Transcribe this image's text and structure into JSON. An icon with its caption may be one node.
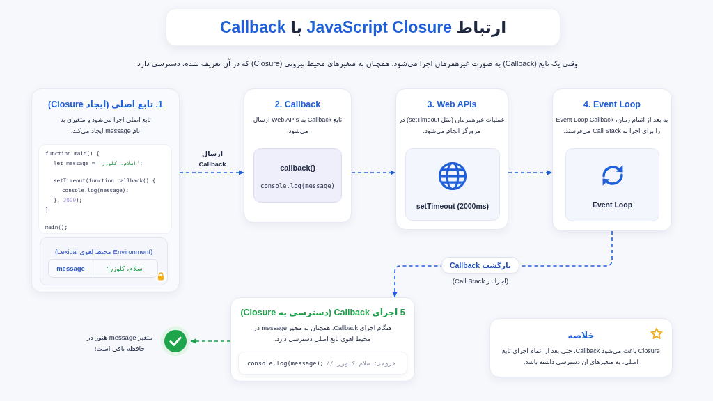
{
  "diagram": {
    "title": "ارتباط JavaScript Closure با Callback",
    "nodes": [
      {
        "text": [
          "1. تابع اصلی (ایجاد Closure)",
          "تابع اصلی اجرا می‌شود و متغیری به نام message ایجاد می‌کند."
        ]
      },
      {
        "text": [
          "function main() {",
          "let message = 'سلام، کلوزر!';",
          "setTimeout(function callback() {",
          "console.log(message);",
          "}, 2000);",
          "}",
          "main();"
        ],
        "in": 0
      },
      {
        "text": [
          "(Lexical محیط لغوی Environment)"
        ],
        "in": 0
      },
      {
        "text": [
          "'سلام، کلوزر!'",
          "message"
        ],
        "in": 2
      },
      {
        "text": [
          "2. Callback",
          "تابع Callback به Web APIs ارسال می‌شود."
        ]
      },
      {
        "text": [
          "callback()",
          "console.log(message)"
        ],
        "in": 4
      },
      {
        "text": [
          "3. Web APIs",
          "عملیات غیرهمزمان (مثل setTimeout) در مرورگر انجام می‌شود."
        ]
      },
      {
        "text": [
          "setTimeout (2000ms)"
        ],
        "in": 6
      },
      {
        "text": [
          "4. Event Loop",
          "به بعد از اتمام زمان، Event Loop Callback را برای اجرا به Call Stack می‌فرستد."
        ]
      },
      {
        "text": [
          "Event Loop"
        ],
        "in": 8
      },
      {
        "text": [
          "5 اجرای Callback (دسترسی به Closure)",
          "هنگام اجرای Callback، همچنان به متغیر message در محیط لغوی تابع اصلی دسترسی دارد."
        ]
      },
      {
        "text": [
          "// خروجی: سلام کلوزر",
          "console.log(message);"
        ],
        "in": 10
      },
      {
        "text": [],
        "shape": "circle",
        "beside": [
          "متغیر message هنوز در حافظه باقی است!"
        ]
      },
      {
        "text": [
          "خلاصه",
          "Closure باعث می‌شود Callback، حتی بعد از اتمام اجرای تابع اصلی، به متغیرهای آن دسترسی داشته باشد."
        ]
      }
    ],
    "edges": [
      {
        "from": 0,
        "to": 4,
        "arrow": "to",
        "style": "dashed",
        "label": "ارسال Callback"
      },
      {
        "from": 4,
        "to": 6,
        "arrow": "to",
        "style": "dashed"
      },
      {
        "from": 6,
        "to": 8,
        "arrow": "to",
        "style": "dashed"
      },
      {
        "from": 8,
        "to": 10,
        "arrow": "to",
        "style": "dashed",
        "label": "بازگشت Callback"
      },
      {
        "from": 10,
        "to": 12,
        "arrow": "to",
        "style": "dashed",
        "color": "#22a04b"
      }
    ],
    "labels": [
      "وقتی یک تابع (Callback) به صورت غیرهمزمان اجرا می‌شود، همچنان به متغیرهای محیط بیرونی (Closure) که در آن تعریف شده، دسترسی دارد.",
      "(اجرا در Call Stack)"
    ]
  }
}
